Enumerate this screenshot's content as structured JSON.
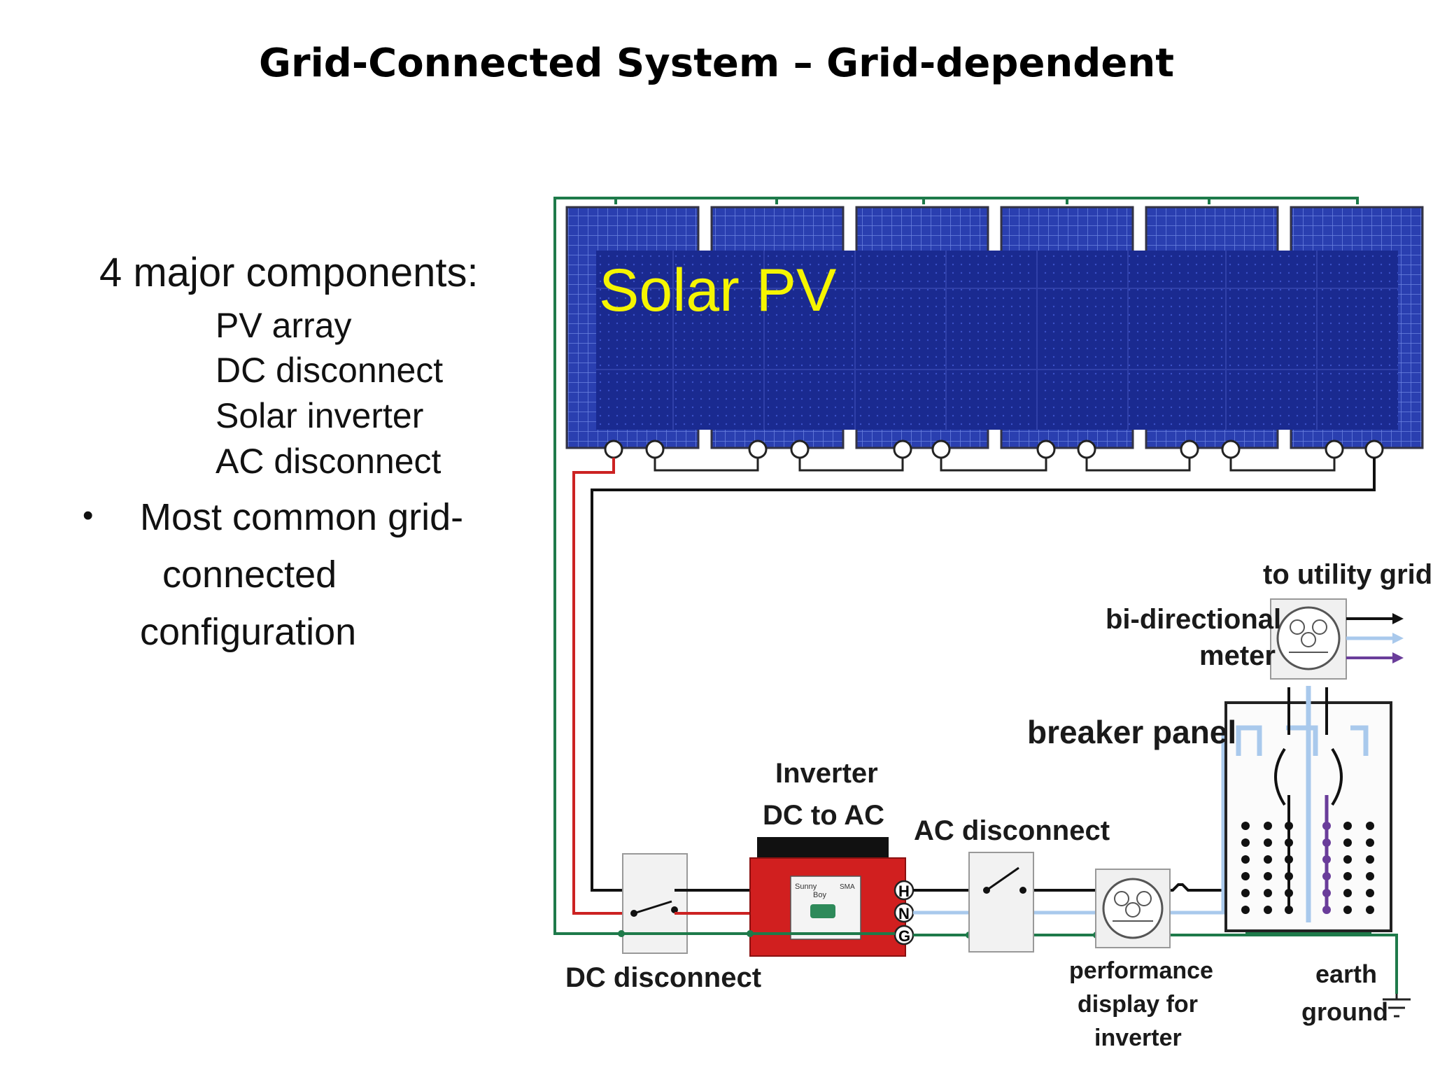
{
  "title": "Grid-Connected System – Grid-dependent",
  "left_panel": {
    "heading": "4 major components:",
    "components": [
      "PV array",
      "DC disconnect",
      "Solar inverter",
      "AC disconnect"
    ],
    "bullet_symbol": "•",
    "bullet_lines": [
      "Most common grid-",
      "connected",
      "configuration"
    ]
  },
  "diagram": {
    "overlay_label": "Solar PV",
    "overlay_color": "#f5f500",
    "labels": {
      "to_utility_grid": "to utility grid",
      "bi_directional_1": "bi-directional",
      "bi_directional_2": "meter",
      "breaker_panel": "breaker panel",
      "inverter_1": "Inverter",
      "inverter_2": "DC to AC",
      "ac_disconnect": "AC disconnect",
      "dc_disconnect": "DC disconnect",
      "performance_1": "performance",
      "performance_2": "display for",
      "performance_3": "inverter",
      "earth_1": "earth",
      "earth_2": "ground",
      "terminal_h": "H",
      "terminal_n": "N",
      "terminal_g": "G",
      "inverter_brand_1": "Sunny",
      "inverter_brand_2": "Boy",
      "inverter_brand_3": "SMA"
    },
    "wire_colors": {
      "ground": "#1e7a4a",
      "dc_positive": "#cc2222",
      "neutral": "#a9c9ec",
      "hot": "#111111",
      "purple": "#6a3d9a"
    }
  }
}
